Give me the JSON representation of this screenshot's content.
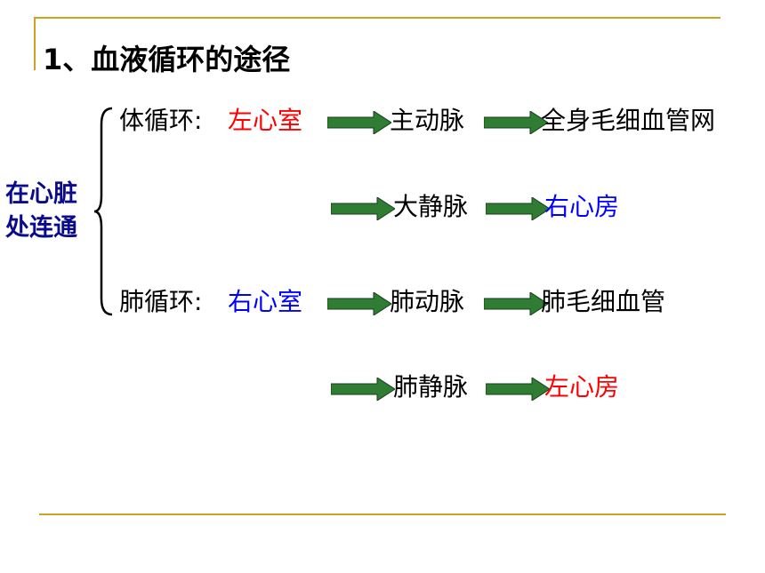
{
  "title": "1、血液循环的途径",
  "side_label": [
    "在心脏",
    "处连通"
  ],
  "systemic": {
    "label": "体循环:",
    "start": "左心室",
    "step1": "主动脉",
    "step2": "全身毛细血管网",
    "step3": "大静脉",
    "end": "右心房"
  },
  "pulmonary": {
    "label": "肺循环:",
    "start": "右心室",
    "step1": "肺动脉",
    "step2": "肺毛细血管",
    "step3": "肺静脉",
    "end": "左心房"
  },
  "colors": {
    "accent_line": "#c9a227",
    "arrow_fill": "#2e7d32",
    "left_ventricle_atrium": "#ff0000",
    "right_ventricle_atrium": "#0000ff",
    "side_label": "#0a0a8c"
  }
}
